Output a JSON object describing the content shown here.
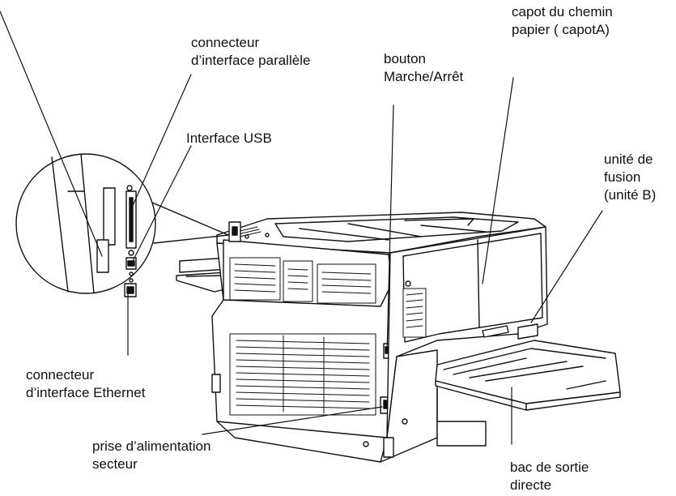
{
  "labels": {
    "parallel_1": "connecteur",
    "parallel_2": "d’interface parallèle",
    "power_button_1": "bouton",
    "power_button_2": "Marche/Arrêt",
    "cover_a_1": "capot du chemin",
    "cover_a_2": "papier ( capotA)",
    "usb": "Interface USB",
    "fuser_1": "unité de",
    "fuser_2": "fusion",
    "fuser_3": "(unité B)",
    "ethernet_1": "connecteur",
    "ethernet_2": "d’interface Ethernet",
    "ac_inlet_1": "prise d’alimentation",
    "ac_inlet_2": "secteur",
    "face_up_tray_1": "bac de sortie",
    "face_up_tray_2": "directe"
  }
}
